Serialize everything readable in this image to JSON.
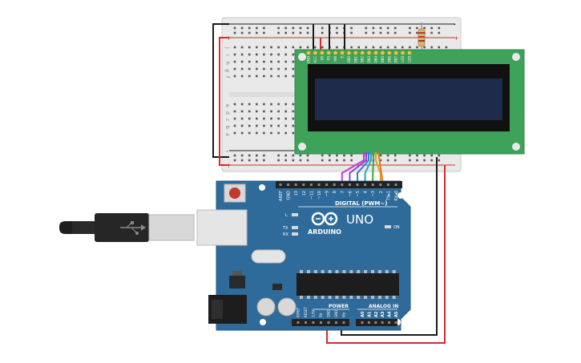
{
  "arduino": {
    "brand": "ARDUINO",
    "model": "UNO",
    "digital_header": "DIGITAL (PWM~)",
    "power_header": "POWER",
    "analog_header": "ANALOG IN",
    "led_on": "ON",
    "led_l": "L",
    "led_tx": "TX",
    "led_rx": "RX",
    "digital_pins": [
      "AREF",
      "GND",
      "13",
      "12",
      "~11",
      "~10",
      "~9",
      "8",
      "7",
      "~6",
      "~5",
      "4",
      "~3",
      "2",
      "TX▸1",
      "RX◂0"
    ],
    "power_pins": [
      "IOREF",
      "RESET",
      "3.3V",
      "5V",
      "GND",
      "GND",
      "Vin"
    ],
    "analog_pins": [
      "A0",
      "A1",
      "A2",
      "A3",
      "A4",
      "A5"
    ]
  },
  "breadboard": {
    "row_labels": [
      "j",
      "i",
      "h",
      "g",
      "f",
      "e",
      "d",
      "c",
      "b",
      "a"
    ],
    "rail_plus": "+",
    "rail_minus": "-"
  },
  "lcd": {
    "pin_labels": [
      "GND",
      "VCC",
      "V0",
      "RS",
      "RW",
      "E",
      "DB0",
      "DB1",
      "DB2",
      "DB3",
      "DB4",
      "DB5",
      "DB6",
      "DB7",
      "LED",
      "LED"
    ]
  },
  "colors": {
    "board": "#2f6b9a",
    "lcd_pcb": "#3fa25a",
    "lcd_screen": "#1e2b4a",
    "wire_red": "#d62b2b",
    "wire_black": "#1a1a1a",
    "data_wires": [
      "#c43bd6",
      "#8b45d9",
      "#2e7bd6",
      "#27a5b8",
      "#3aa845",
      "#e0a020",
      "#e07a1f"
    ]
  }
}
